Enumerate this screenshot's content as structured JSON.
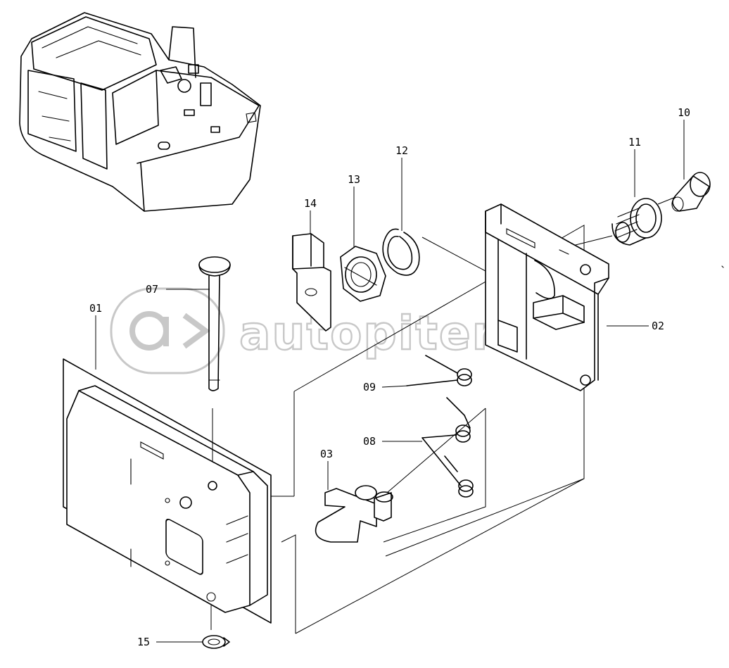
{
  "watermark": {
    "text": "autopiter.ru",
    "color": "#c8c8c8"
  },
  "callouts": [
    {
      "id": "01",
      "label": "01"
    },
    {
      "id": "02",
      "label": "02"
    },
    {
      "id": "03",
      "label": "03"
    },
    {
      "id": "07",
      "label": "07"
    },
    {
      "id": "08",
      "label": "08"
    },
    {
      "id": "09",
      "label": "09"
    },
    {
      "id": "10",
      "label": "10"
    },
    {
      "id": "11",
      "label": "11"
    },
    {
      "id": "12",
      "label": "12"
    },
    {
      "id": "13",
      "label": "13"
    },
    {
      "id": "14",
      "label": "14"
    },
    {
      "id": "15",
      "label": "15"
    }
  ]
}
